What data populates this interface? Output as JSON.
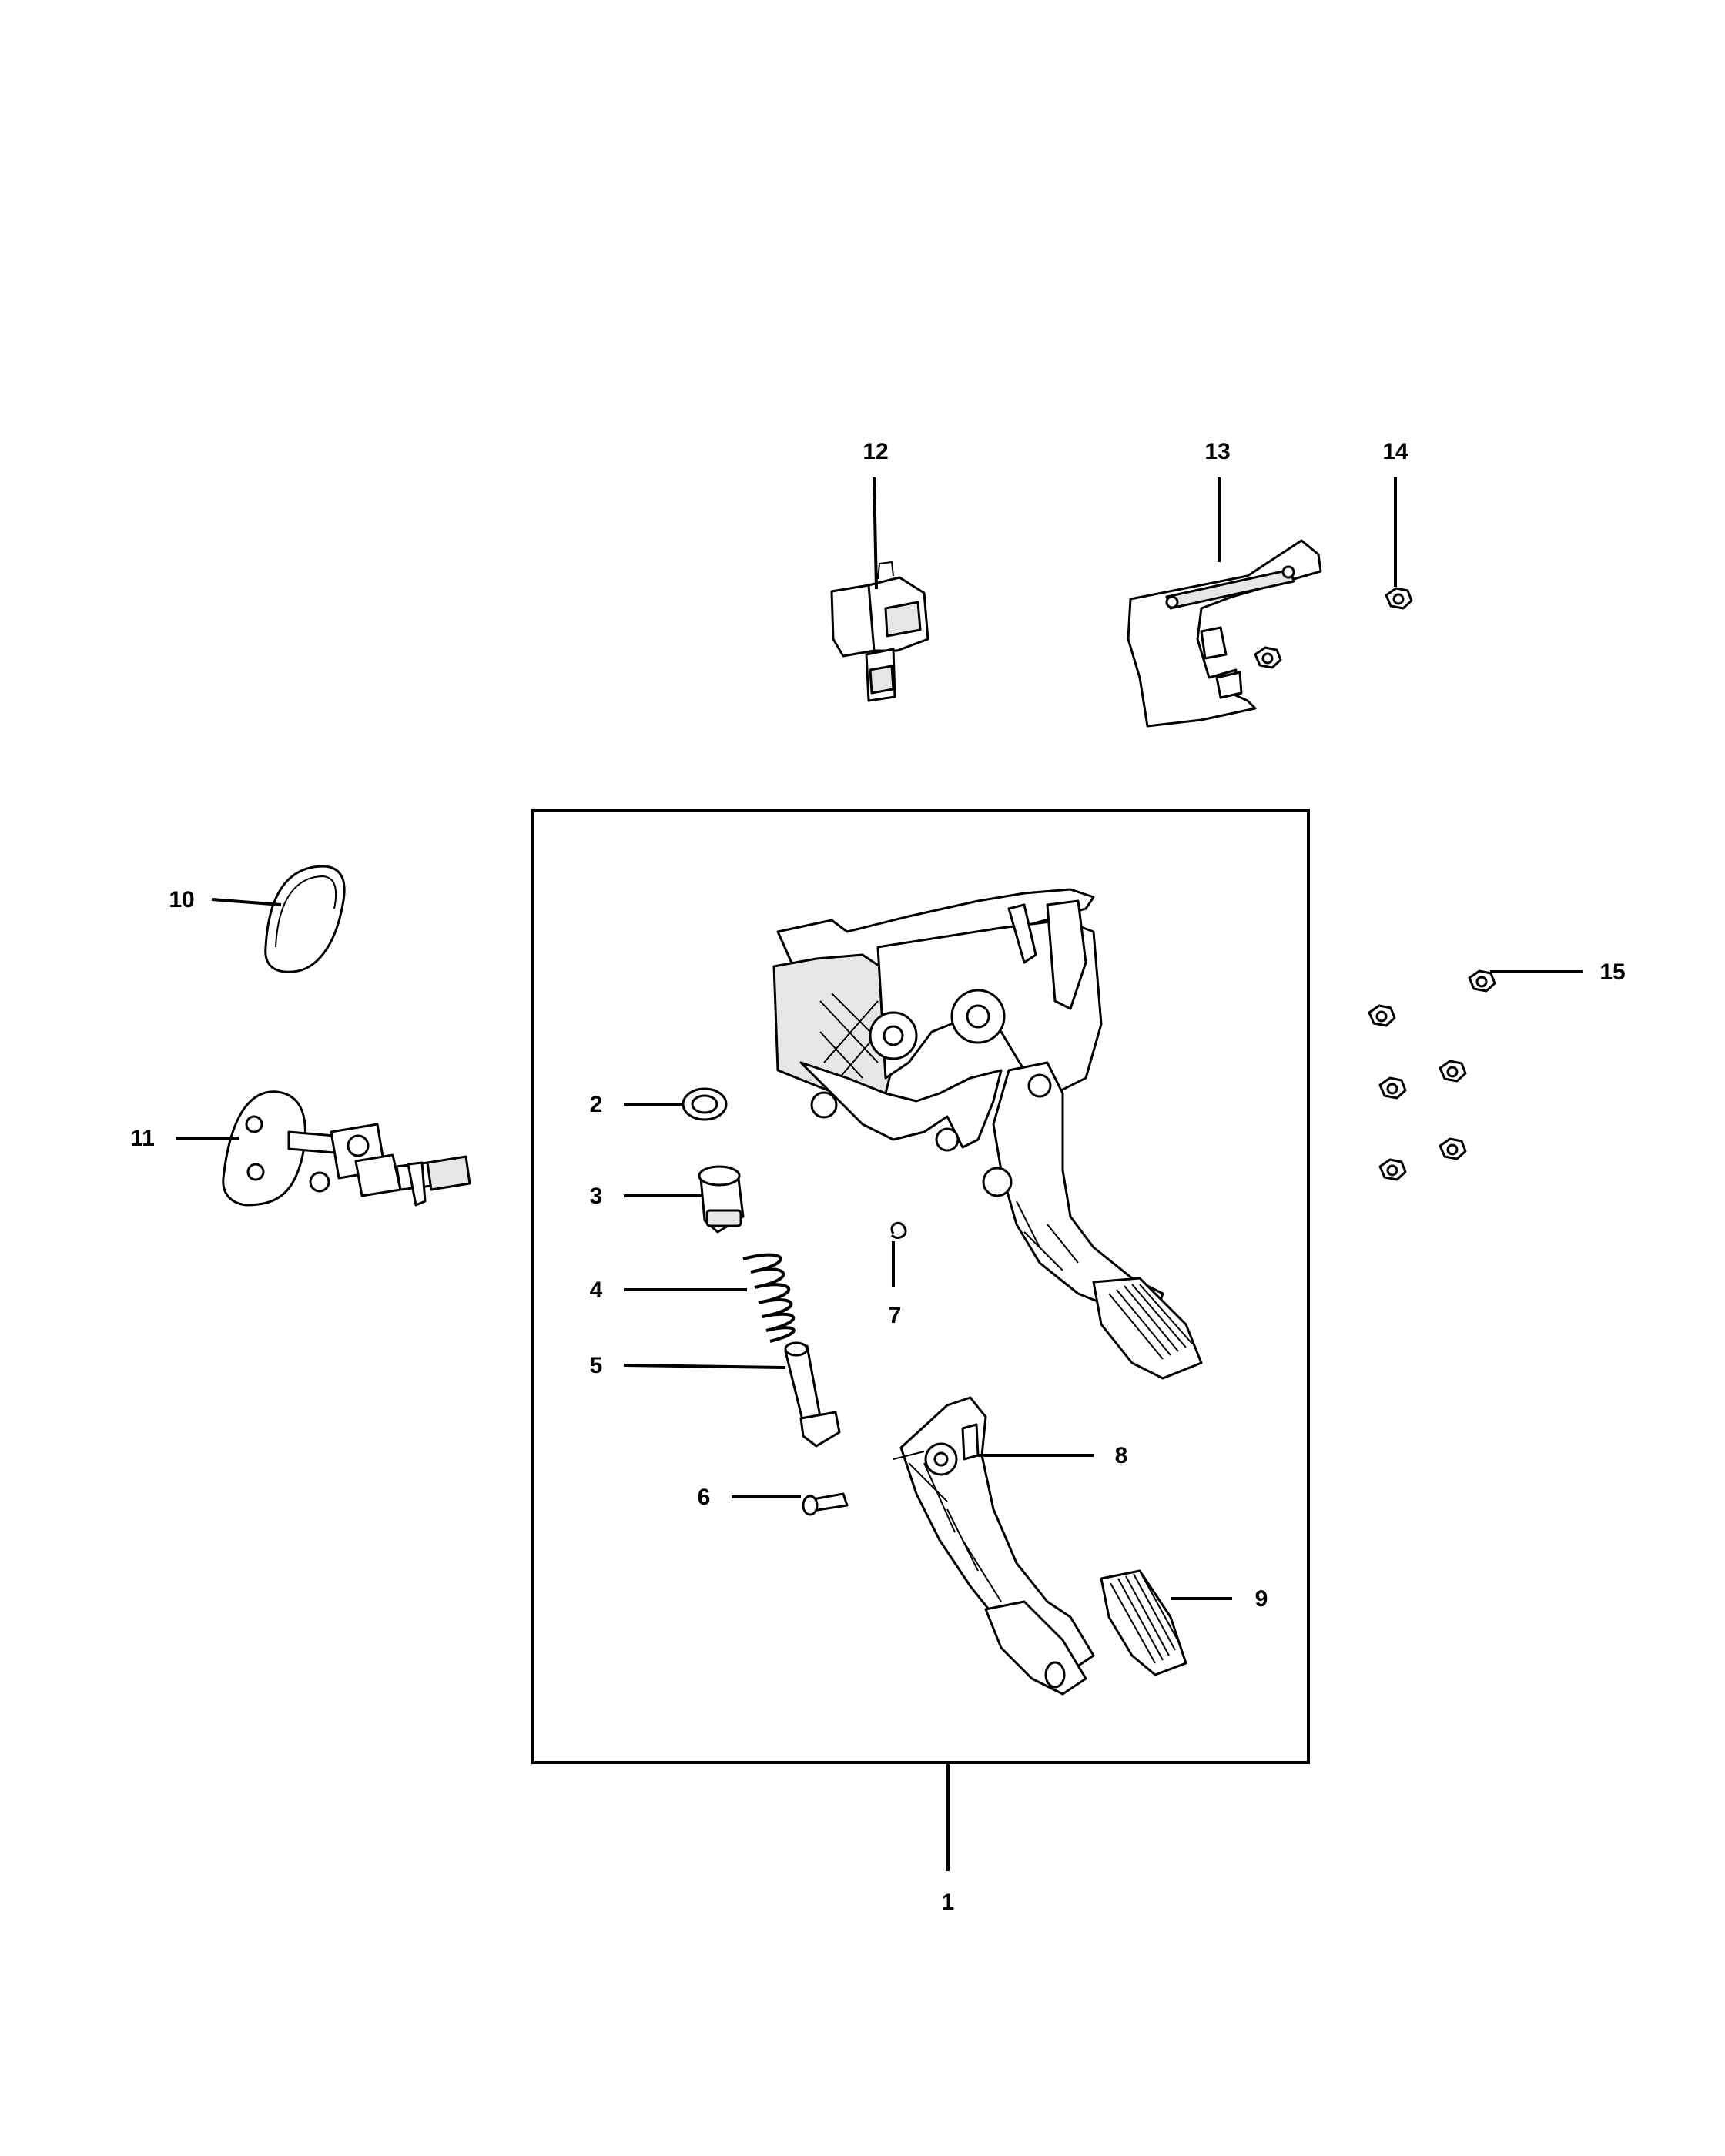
{
  "callouts": {
    "c1": "1",
    "c2": "2",
    "c3": "3",
    "c4": "4",
    "c5": "5",
    "c6": "6",
    "c7": "7",
    "c8": "8",
    "c9": "9",
    "c10": "10",
    "c11": "11",
    "c12": "12",
    "c13": "13",
    "c14": "14",
    "c15": "15"
  },
  "icons": {
    "assembly": "pedal-bracket-assembly-icon",
    "bushing": "bushing-icon",
    "cap": "spring-cap-icon",
    "spring": "coil-spring-icon",
    "plunger": "spring-guide-icon",
    "pin": "pivot-pin-icon",
    "clip": "retaining-clip-icon",
    "pedal": "clutch-pedal-arm-icon",
    "pad": "pedal-pad-icon",
    "seal": "grommet-seal-icon",
    "cylinder": "clutch-master-cylinder-icon",
    "switch": "pedal-switch-icon",
    "bracket": "bracket-icon",
    "nut": "hex-nut-icon"
  },
  "colors": {
    "line": "#000000",
    "background": "#ffffff"
  }
}
